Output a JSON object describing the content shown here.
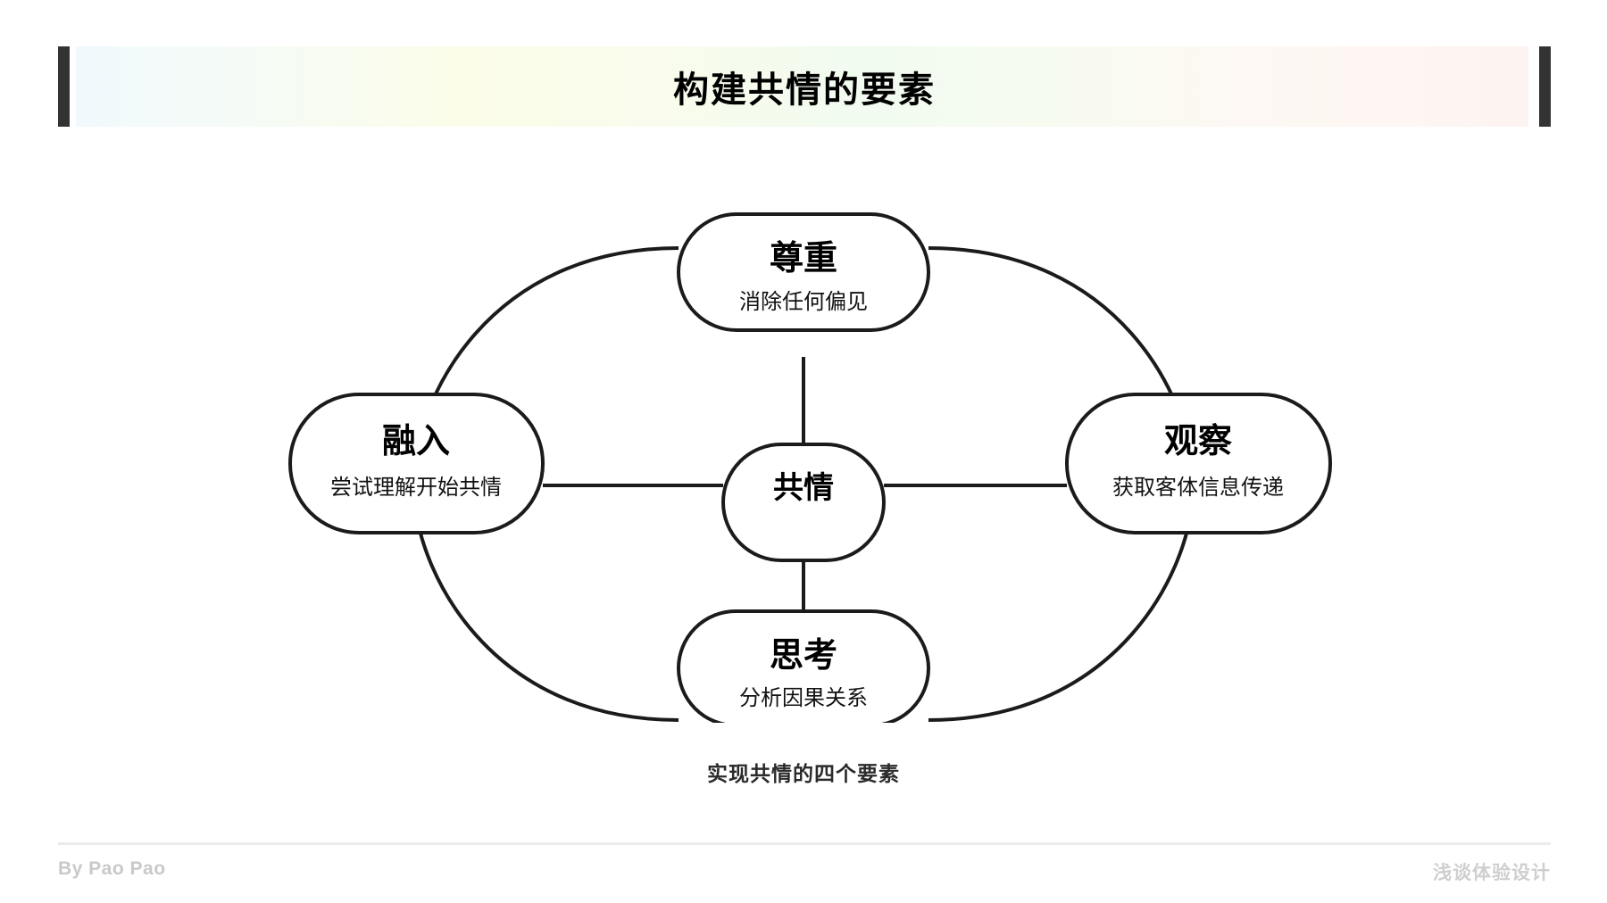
{
  "header": {
    "title": "构建共情的要素",
    "accent_bar_color": "#333333",
    "gradient_stops": [
      "#f1f9fd",
      "#fbfde9",
      "#f1fbef",
      "#fdf4f1"
    ]
  },
  "diagram": {
    "center": {
      "title": "共情",
      "subtitle": ""
    },
    "nodes": [
      {
        "id": "top",
        "title": "尊重",
        "subtitle": "消除任何偏见"
      },
      {
        "id": "left",
        "title": "融入",
        "subtitle": "尝试理解开始共情"
      },
      {
        "id": "right",
        "title": "观察",
        "subtitle": "获取客体信息传递"
      },
      {
        "id": "bottom",
        "title": "思考",
        "subtitle": "分析因果关系"
      }
    ],
    "stroke_color": "#1b1b1b",
    "node_fill": "#ffffff"
  },
  "caption": "实现共情的四个要素",
  "footer": {
    "left": "By Pao Pao",
    "right": "浅谈体验设计",
    "text_color": "#c9c9c9",
    "divider_color": "#ebebeb"
  }
}
